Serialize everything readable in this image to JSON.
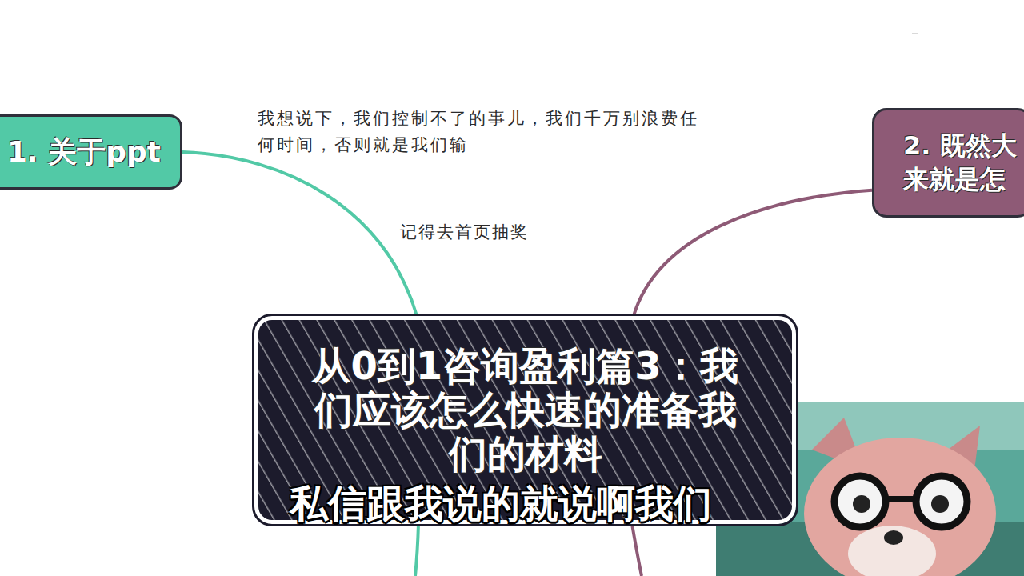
{
  "diagram": {
    "nodes": [
      {
        "text": [
          "1. 关于ppt"
        ]
      },
      {
        "text": [
          "从0到1咨询盈利篇3：我们应该怎么快速的准备我们的材料"
        ]
      },
      {
        "text": [
          "2. 既然大 来就是怎"
        ]
      }
    ],
    "edges": [
      {
        "from": 1,
        "to": 0,
        "arrow": "none"
      },
      {
        "from": 1,
        "to": 2,
        "arrow": "none"
      }
    ],
    "labels": [
      "我想说下，我们控制不了的事儿，我们千万别浪费任何时间，否则就是我们输",
      "记得去首页抽奖",
      "私信跟我说的就说啊我们"
    ]
  }
}
